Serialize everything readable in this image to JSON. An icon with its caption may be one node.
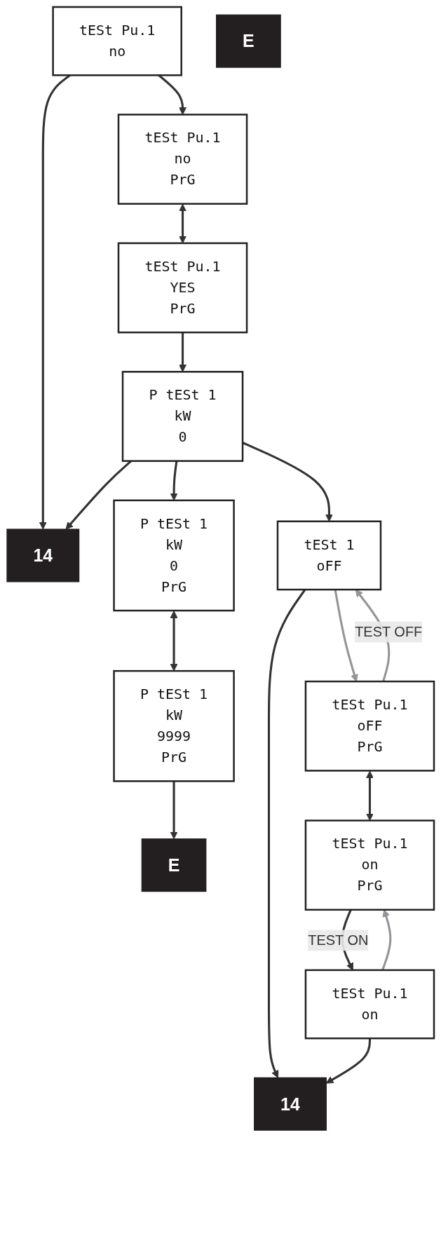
{
  "diagram": {
    "nodes": [
      {
        "text": [
          "tESt Pu.1",
          "no"
        ]
      },
      {
        "text": [
          "tESt Pu.1",
          "no",
          "PrG"
        ]
      },
      {
        "text": [
          "tESt Pu.1",
          "YES",
          "PrG"
        ]
      },
      {
        "text": [
          "14"
        ]
      },
      {
        "text": [
          "P tESt 1",
          "kW",
          "0"
        ]
      },
      {
        "text": [
          "E"
        ]
      },
      {
        "text": [
          "P tESt 1",
          "kW",
          "0",
          "PrG"
        ]
      },
      {
        "text": [
          "tESt 1",
          "oFF"
        ]
      },
      {
        "text": [
          "P tESt 1",
          "kW",
          "9999",
          "PrG"
        ]
      },
      {
        "text": [
          "E"
        ]
      },
      {
        "text": [
          "tESt Pu.1",
          "oFF",
          "PrG"
        ]
      },
      {
        "text": [
          "tESt Pu.1",
          "on",
          "PrG"
        ]
      },
      {
        "text": [
          "tESt Pu.1",
          "on"
        ]
      },
      {
        "text": [
          "14"
        ]
      }
    ],
    "edges": [
      {
        "from": 0,
        "to": 1,
        "arrow": "to"
      },
      {
        "from": 0,
        "to": 3,
        "arrow": "to"
      },
      {
        "from": 1,
        "to": 2,
        "arrow": "both"
      },
      {
        "from": 2,
        "to": 4,
        "arrow": "to"
      },
      {
        "from": 4,
        "to": 3,
        "arrow": "to"
      },
      {
        "from": 4,
        "to": 6,
        "arrow": "to"
      },
      {
        "from": 4,
        "to": 7,
        "arrow": "to"
      },
      {
        "from": 6,
        "to": 8,
        "arrow": "both"
      },
      {
        "from": 8,
        "to": 9,
        "arrow": "to"
      },
      {
        "from": 7,
        "to": 10,
        "arrow": "to",
        "color": "#939598"
      },
      {
        "from": 7,
        "to": 13,
        "arrow": "to"
      },
      {
        "from": 10,
        "to": 11,
        "arrow": "both"
      },
      {
        "from": 10,
        "to": 7,
        "arrow": "to",
        "label": "TEST OFF",
        "color": "#939598"
      },
      {
        "from": 11,
        "to": 12,
        "arrow": "to",
        "label": "TEST ON"
      },
      {
        "from": 12,
        "to": 13,
        "arrow": "to"
      },
      {
        "from": 12,
        "to": 11,
        "arrow": "to",
        "color": "#939598"
      }
    ]
  }
}
